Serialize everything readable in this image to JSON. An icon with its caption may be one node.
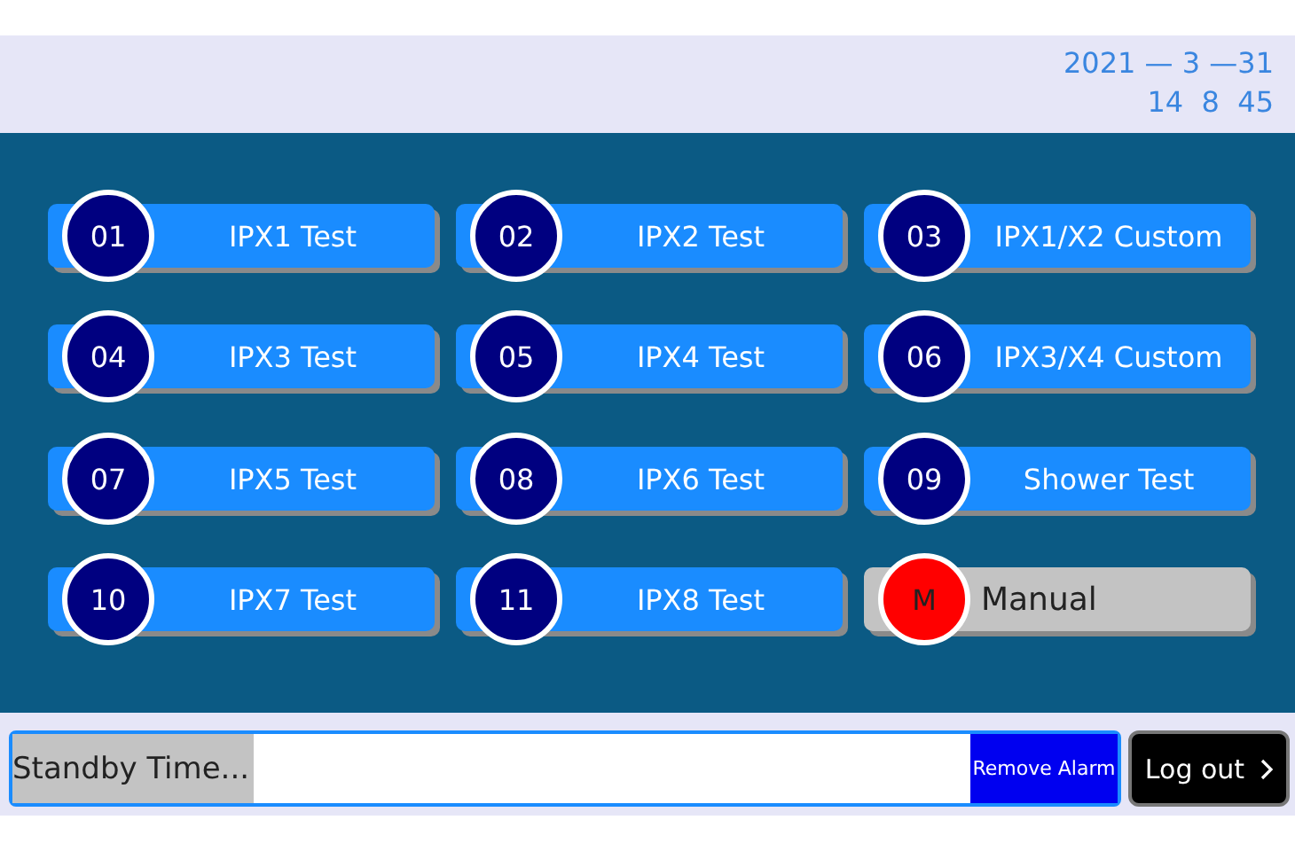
{
  "diagram": {
    "nodes": [
      {
        "text": [
          "01",
          "IPX1 Test"
        ]
      },
      {
        "text": [
          "02",
          "IPX2 Test"
        ]
      },
      {
        "text": [
          "03",
          "IPX1/X2 Custom"
        ]
      },
      {
        "text": [
          "04",
          "IPX3 Test"
        ]
      },
      {
        "text": [
          "05",
          "IPX4 Test"
        ]
      },
      {
        "text": [
          "06",
          "IPX3/X4 Custom"
        ]
      },
      {
        "text": [
          "07",
          "IPX5 Test"
        ]
      },
      {
        "text": [
          "08",
          "IPX6 Test"
        ]
      },
      {
        "text": [
          "09",
          "Shower Test"
        ]
      },
      {
        "text": [
          "10",
          "IPX7 Test"
        ]
      },
      {
        "text": [
          "11",
          "IPX8 Test"
        ]
      },
      {
        "text": [
          "M",
          "Manual"
        ]
      }
    ],
    "labels": [
      "2021 — 3 —31",
      "14  8  45",
      "Standby Time...",
      "Remove Alarm",
      "Log out"
    ]
  }
}
